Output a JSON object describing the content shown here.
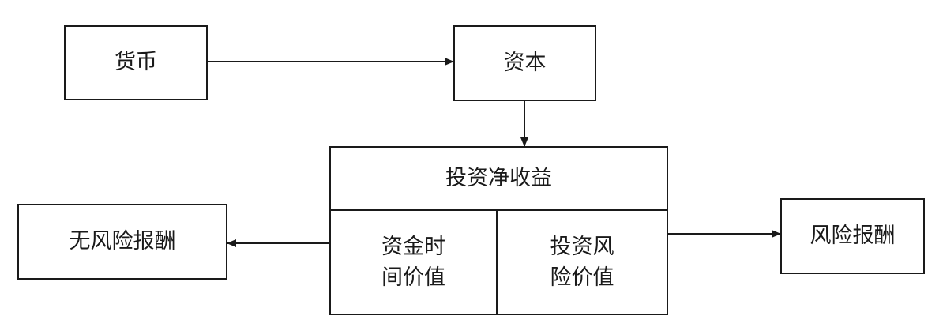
{
  "nodes": {
    "currency": "货币",
    "capital": "资本",
    "net_income": "投资净收益",
    "time_value_line1": "资金时",
    "time_value_line2": "间价值",
    "risk_value_line1": "投资风",
    "risk_value_line2": "险价值",
    "risk_free_return": "无风险报酬",
    "risk_return": "风险报酬"
  },
  "colors": {
    "line": "#1a1a1a",
    "background": "#ffffff"
  }
}
